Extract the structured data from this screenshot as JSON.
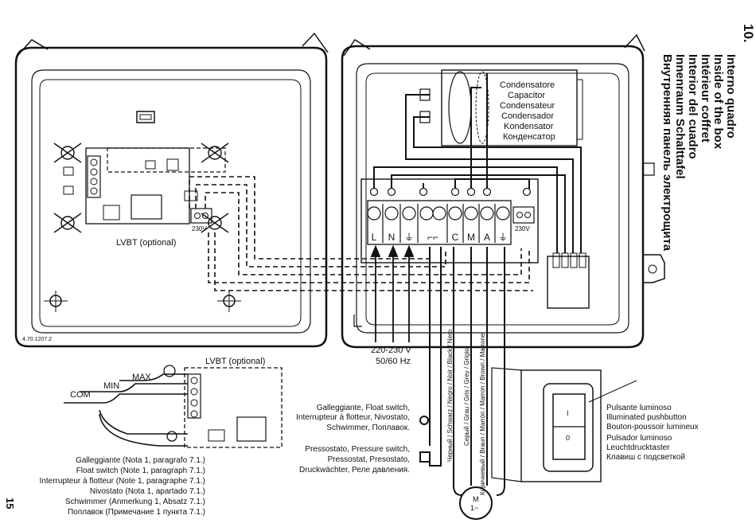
{
  "title": {
    "number": "10.",
    "lines": [
      "Interno quadro",
      "Inside of the box",
      "Intérieur coffret",
      "Interior del cuadro",
      "Innenraum Schalttafel",
      "Внутренняя панель электрощита"
    ]
  },
  "page_number": "15",
  "figure_code": "4.70.1207.2",
  "lvbt_label": "LVBT (optional)",
  "lvbt_label_2": "LVBT (optional)",
  "lvbt_230v": "230V",
  "capacitor_labels": [
    "Condensatore",
    "Capacitor",
    "Condensateur",
    "Condensador",
    "Kondensator",
    "Конденсатор"
  ],
  "terminals": [
    "L",
    "N",
    "⏚",
    "⌐⌐",
    "C",
    "M",
    "A",
    "⏚"
  ],
  "terminal_230v": "230V",
  "supply_voltage": "220-230 V",
  "supply_freq": "50/60 Hz",
  "wire_labels": [
    "Черный / Schwarz / Negro / Noir / Black / Nero",
    "Серый / Grau / Gris / Grey / Grigio",
    "Коричневый / Braun / Marrón / Marron / Brown / Marrone"
  ],
  "float_switch_label": [
    "Galleggiante, Float switch,",
    "Interrupteur à flotteur, Nivostato,",
    "Schwimmer, Поплавок."
  ],
  "pressure_switch_label": [
    "Pressostato, Pressure switch,",
    "Pressostat, Presostato,",
    "Druckwächter, Реле давления."
  ],
  "levels": {
    "max": "MAX",
    "min": "MIN",
    "com": "COM"
  },
  "float_note": [
    "Galleggiante (Nota 1, paragrafo 7.1.)",
    "Float switch (Note 1, paragraph 7.1.)",
    "Interrupteur à flotteur (Note 1, paragraphe 7.1.)",
    "Nivostato (Nota 1, apartado 7.1.)",
    "Schwimmer (Anmerkung 1, Absatz 7.1.)",
    "Поплавок (Примечание 1 пункта 7.1.)"
  ],
  "pushbutton_label": [
    "Pulsante luminoso",
    "Illuminated pushbutton",
    "Bouton-poussoir lumineux",
    "Pulsador luminoso",
    "Leuchtdrucktaster",
    "Клавиш с подсветкой"
  ],
  "switch_marks": [
    "I",
    "0"
  ],
  "motor_label": [
    "M",
    "1~"
  ]
}
